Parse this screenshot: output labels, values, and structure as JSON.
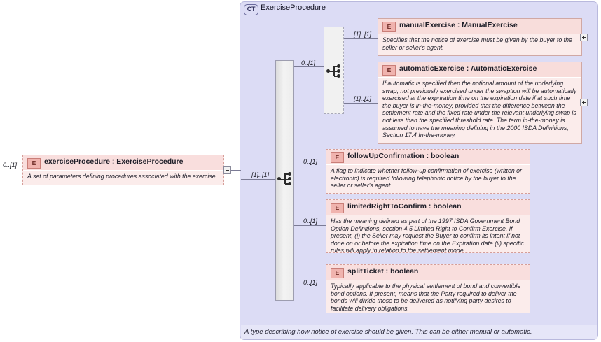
{
  "diagram": {
    "title": "ExerciseProcedure XSD element diagram",
    "container": {
      "badge": "CT",
      "name": "ExerciseProcedure",
      "annotation": "A type describing how notice of exercise should be given. This can be either manual or automatic."
    },
    "root_element": {
      "badge": "E",
      "name": "exerciseProcedure : ExerciseProcedure",
      "annotation": "A set of parameters defining procedures associated with the exercise.",
      "cardinality": "0..[1]"
    },
    "groups": {
      "outer_sequence_cardinality": "[1]..[1]",
      "choice_group_cardinality": "0..[1]",
      "choice_inner_first": "[1]..[1]",
      "choice_inner_second": "[1]..[1]"
    },
    "elements": [
      {
        "badge": "E",
        "name": "manualExercise : ManualExercise",
        "annotation": "Specifies that the notice of exercise must be given by the buyer to the seller or seller's agent.",
        "cardinality": "[1]..[1]",
        "expandable": "+"
      },
      {
        "badge": "E",
        "name": "automaticExercise : AutomaticExercise",
        "annotation": "If automatic is specified then the notional amount of the underlying swap, not previously exercised under the swaption will be automatically exercised at the expriration time on the expiration date if at such time the buyer is in-the-money, provided that the difference between the settlement rate and the fixed rate under the relevant underlying swap is not less than the specified threshold rate. The term in-the-money is assumed to have the meaning defining in the 2000 ISDA Definitions, Section 17.4 In-the-money.",
        "cardinality": "[1]..[1]",
        "expandable": "+"
      },
      {
        "badge": "E",
        "name": "followUpConfirmation : boolean",
        "annotation": "A flag to indicate whether follow-up confirmation of exercise (written or electronic) is required following telephonic notice by the buyer to the seller or seller's agent.",
        "cardinality": "0..[1]",
        "expandable": ""
      },
      {
        "badge": "E",
        "name": "limitedRightToConfirm : boolean",
        "annotation": "Has the meaning defined as part of the 1997 ISDA Government Bond Option Definitions, section 4.5 Limited Right to Confirm Exercise. If present, (i) the Seller may request the Buyer to confirm its intent if not done on or before the expiration time on the Expiration date (ii) specific rules will apply in relation to the settlement mode.",
        "cardinality": "0..[1]",
        "expandable": ""
      },
      {
        "badge": "E",
        "name": "splitTicket : boolean",
        "annotation": "Typically applicable to the physical settlement of bond and convertible bond options. If present, means that the Party required to deliver the bonds will divide those to be delivered as notifying party desires to facilitate delivery obligations.",
        "cardinality": "0..[1]",
        "expandable": ""
      }
    ],
    "colors": {
      "container_fill": "#dcdcf5",
      "element_fill": "#fbeceb",
      "element_header_fill": "#f9dedd",
      "badge_fill": "#f0b3ae",
      "line": "#7b7b95"
    }
  }
}
